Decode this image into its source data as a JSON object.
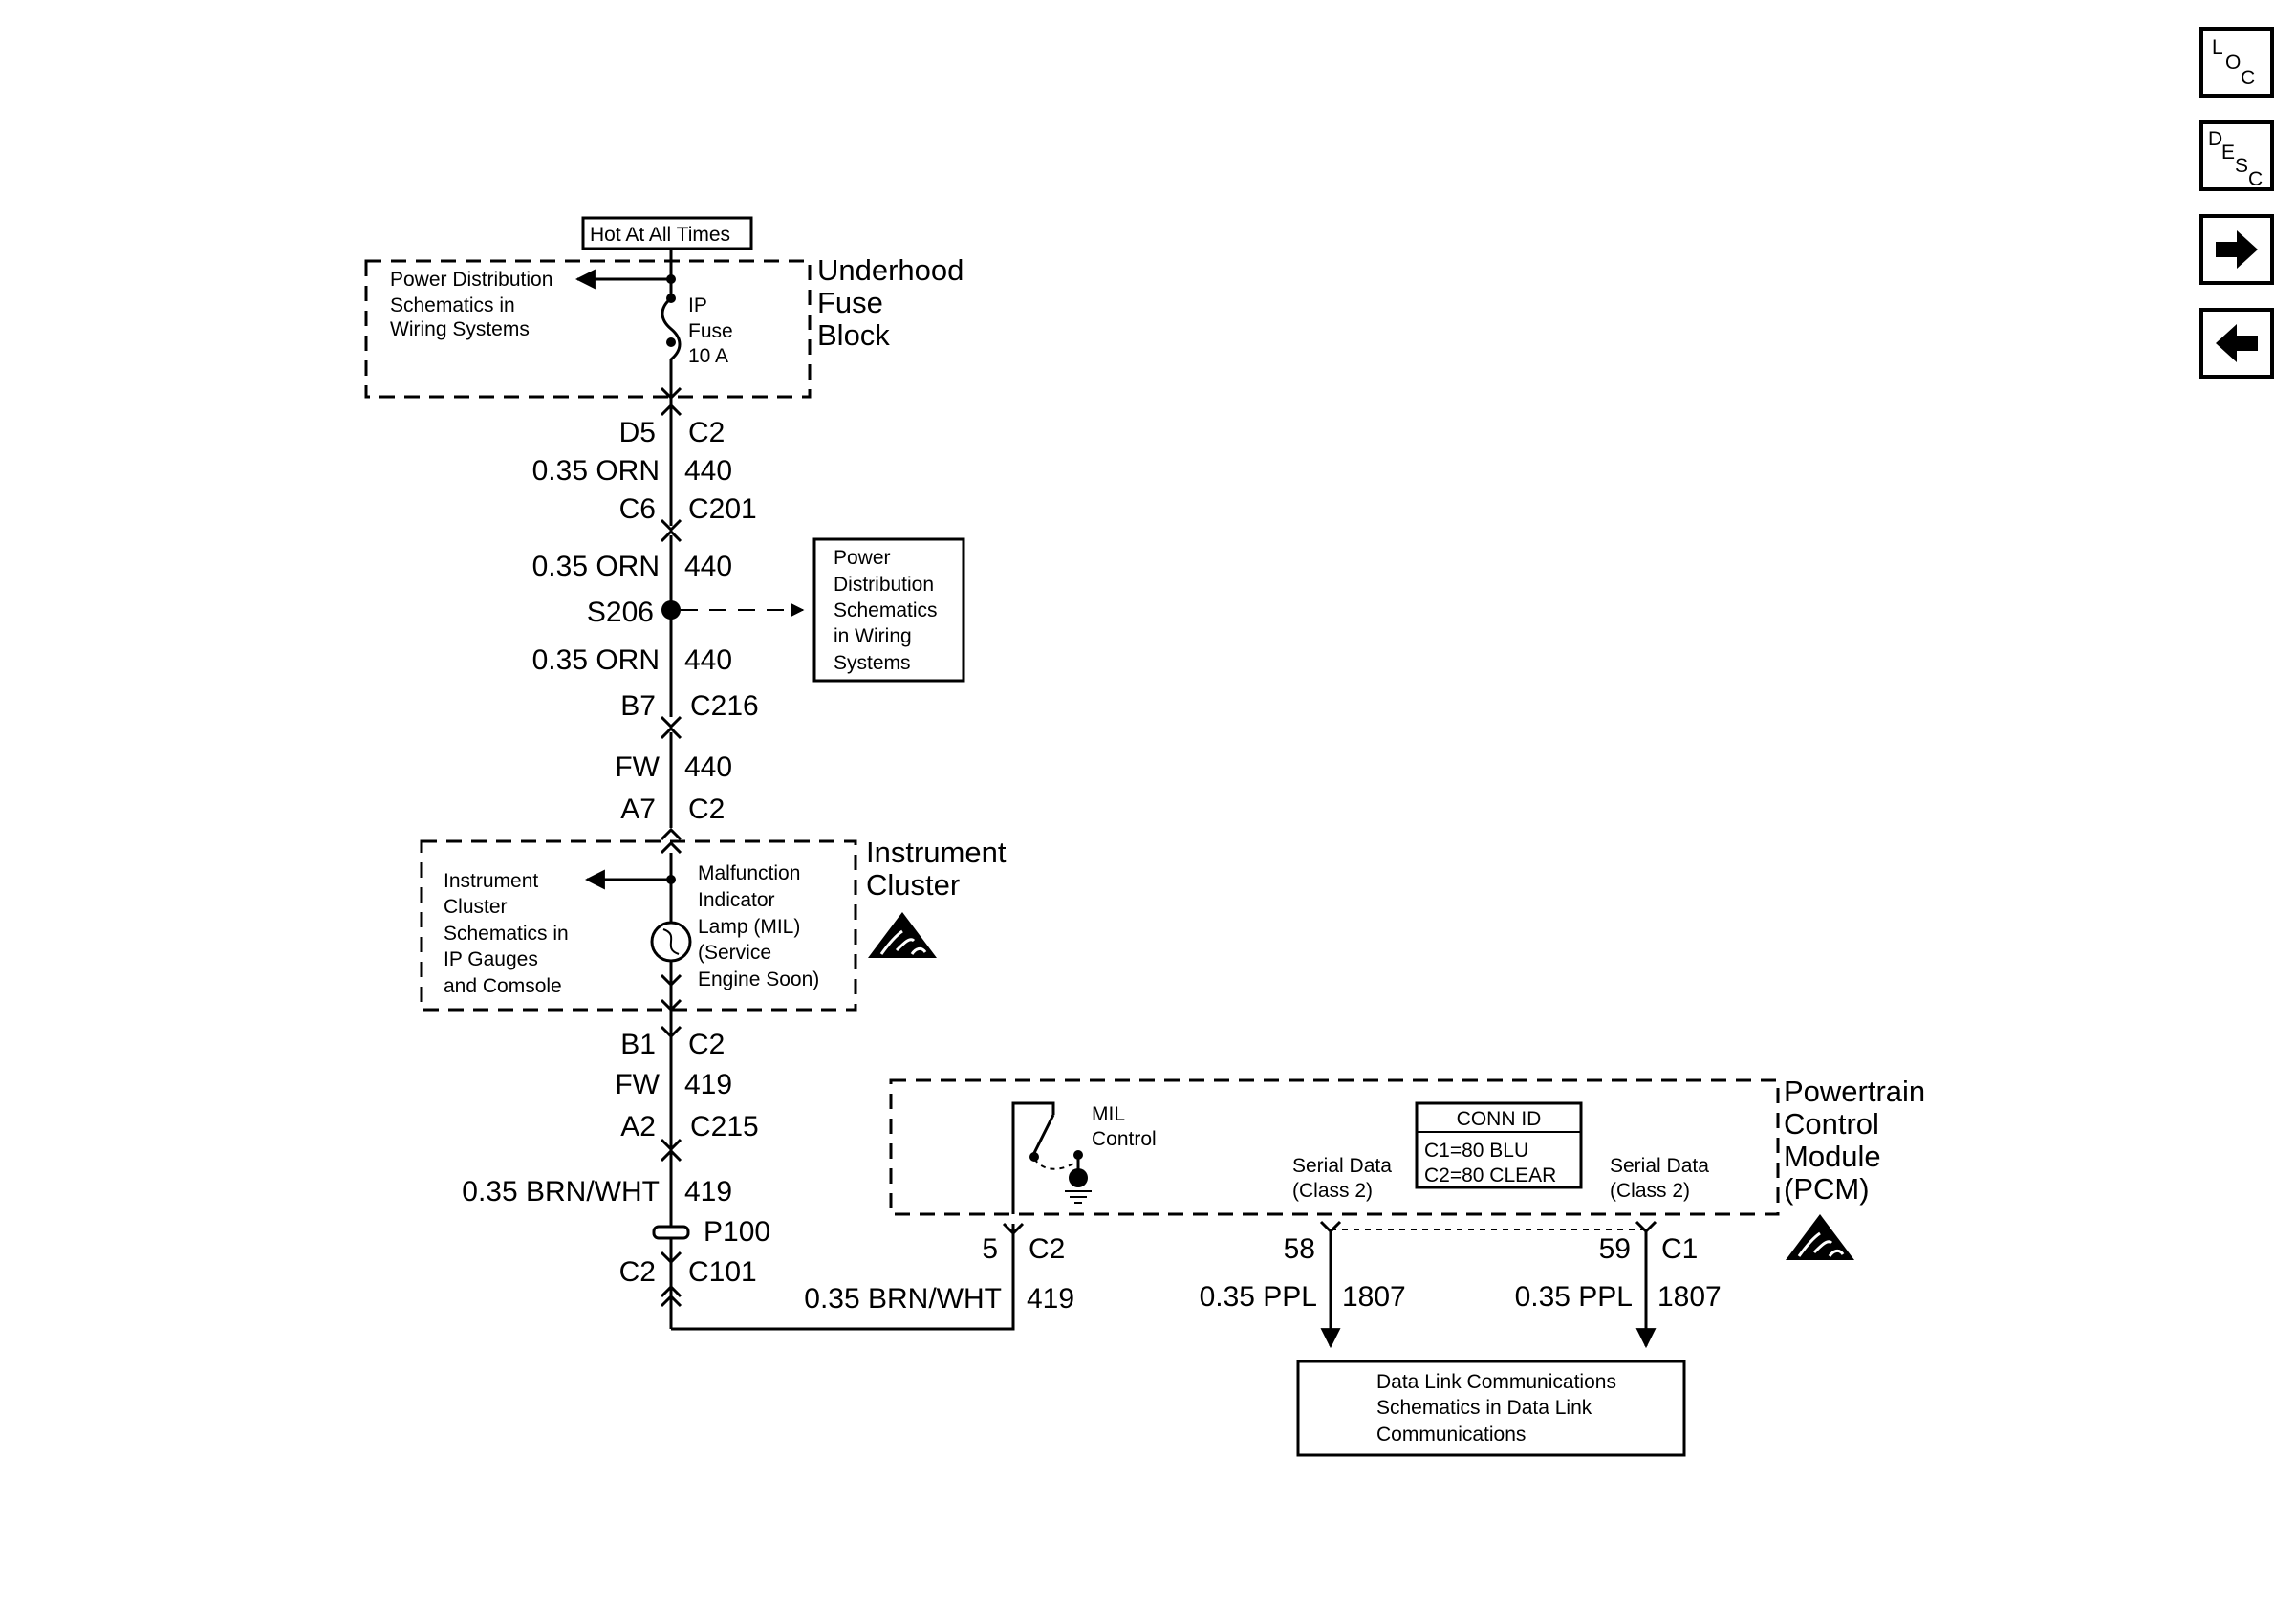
{
  "nav": {
    "loc": {
      "letters": [
        "L",
        "O",
        "C"
      ],
      "icon": "loc-icon"
    },
    "desc": {
      "letters": [
        "D",
        "E",
        "S",
        "C"
      ],
      "icon": "desc-icon"
    },
    "next": {
      "icon": "arrow-right-icon"
    },
    "prev": {
      "icon": "arrow-left-icon"
    }
  },
  "underhood": {
    "hot_label": "Hot At All Times",
    "title": [
      "Underhood",
      "Fuse",
      "Block"
    ],
    "ref": [
      "Power Distribution",
      "Schematics in",
      "Wiring Systems"
    ],
    "fuse": [
      "IP",
      "Fuse",
      "10 A"
    ]
  },
  "circuit_440": {
    "c2_pin": "D5",
    "c2_name": "C2",
    "wire1_gauge": "0.35 ORN",
    "wire1_num": "440",
    "c201_pin": "C6",
    "c201_name": "C201",
    "wire2_gauge": "0.35 ORN",
    "wire2_num": "440",
    "splice": "S206",
    "wire3_gauge": "0.35 ORN",
    "wire3_num": "440",
    "c216_pin": "B7",
    "c216_name": "C216",
    "wire4_gauge": "FW",
    "wire4_num": "440",
    "ic_c2_pin": "A7",
    "ic_c2_name": "C2"
  },
  "splice_ref": [
    "Power",
    "Distribution",
    "Schematics",
    "in Wiring",
    "Systems"
  ],
  "instrument_cluster": {
    "title": [
      "Instrument",
      "Cluster"
    ],
    "ref": [
      "Instrument",
      "Cluster",
      "Schematics in",
      "IP Gauges",
      "and Comsole"
    ],
    "lamp": [
      "Malfunction",
      "Indicator",
      "Lamp (MIL)",
      "(Service",
      "Engine Soon)"
    ]
  },
  "circuit_419": {
    "b1_pin": "B1",
    "b1_name": "C2",
    "wire1_gauge": "FW",
    "wire1_num": "419",
    "a2_pin": "A2",
    "a2_name": "C215",
    "wire2_gauge": "0.35 BRN/WHT",
    "wire2_num": "419",
    "p100": "P100",
    "c101_pin": "C2",
    "c101_name": "C101",
    "pcm_wire_gauge": "0.35 BRN/WHT",
    "pcm_wire_num": "419",
    "pcm_pin": "5",
    "pcm_conn": "C2"
  },
  "pcm": {
    "title": [
      "Powertrain",
      "Control",
      "Module",
      "(PCM)"
    ],
    "mil_control": [
      "MIL",
      "Control"
    ],
    "conn_id_title": "CONN ID",
    "conn_id": [
      "C1=80 BLU",
      "C2=80 CLEAR"
    ],
    "serial_left": [
      "Serial Data",
      "(Class 2)"
    ],
    "serial_right": [
      "Serial Data",
      "(Class 2)"
    ]
  },
  "circuit_1807": {
    "left_pin": "58",
    "left_gauge": "0.35 PPL",
    "left_num": "1807",
    "right_pin": "59",
    "right_conn": "C1",
    "right_gauge": "0.35 PPL",
    "right_num": "1807"
  },
  "data_link": [
    "Data Link Communications",
    "Schematics in Data Link",
    "Communications"
  ]
}
